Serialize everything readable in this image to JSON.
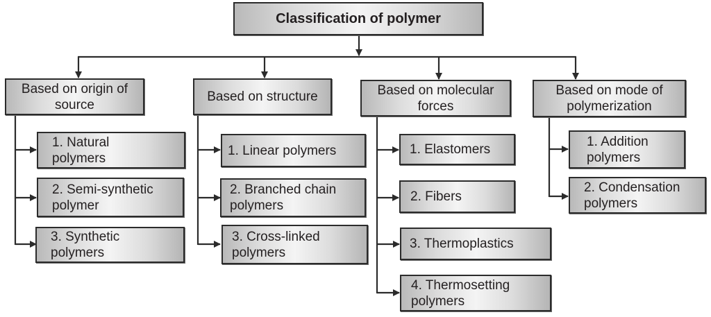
{
  "diagram": {
    "root": "Classification of polymer",
    "categories": [
      {
        "label": "Based on origin of\nsource",
        "items": [
          "1. Natural\n    polymers",
          "2. Semi-synthetic\n    polymer",
          "3. Synthetic\n    polymers"
        ]
      },
      {
        "label": "Based on structure",
        "items": [
          "1. Linear polymers",
          "2. Branched chain\n    polymers",
          "3. Cross-linked\n    polymers"
        ]
      },
      {
        "label": "Based on molecular\nforces",
        "items": [
          "1. Elastomers",
          "2. Fibers",
          "3. Thermoplastics",
          "4. Thermosetting\n    polymers"
        ]
      },
      {
        "label": "Based on mode of\npolymerization",
        "items": [
          "1. Addition\n    polymers",
          "2. Condensation\n    polymers"
        ]
      }
    ],
    "colors": {
      "line": "#2b2b2b",
      "box_border": "#2b2b2b",
      "box_fill_light": "#f4f4f4",
      "box_fill_dark": "#b9b9b9",
      "text": "#231f20"
    }
  }
}
